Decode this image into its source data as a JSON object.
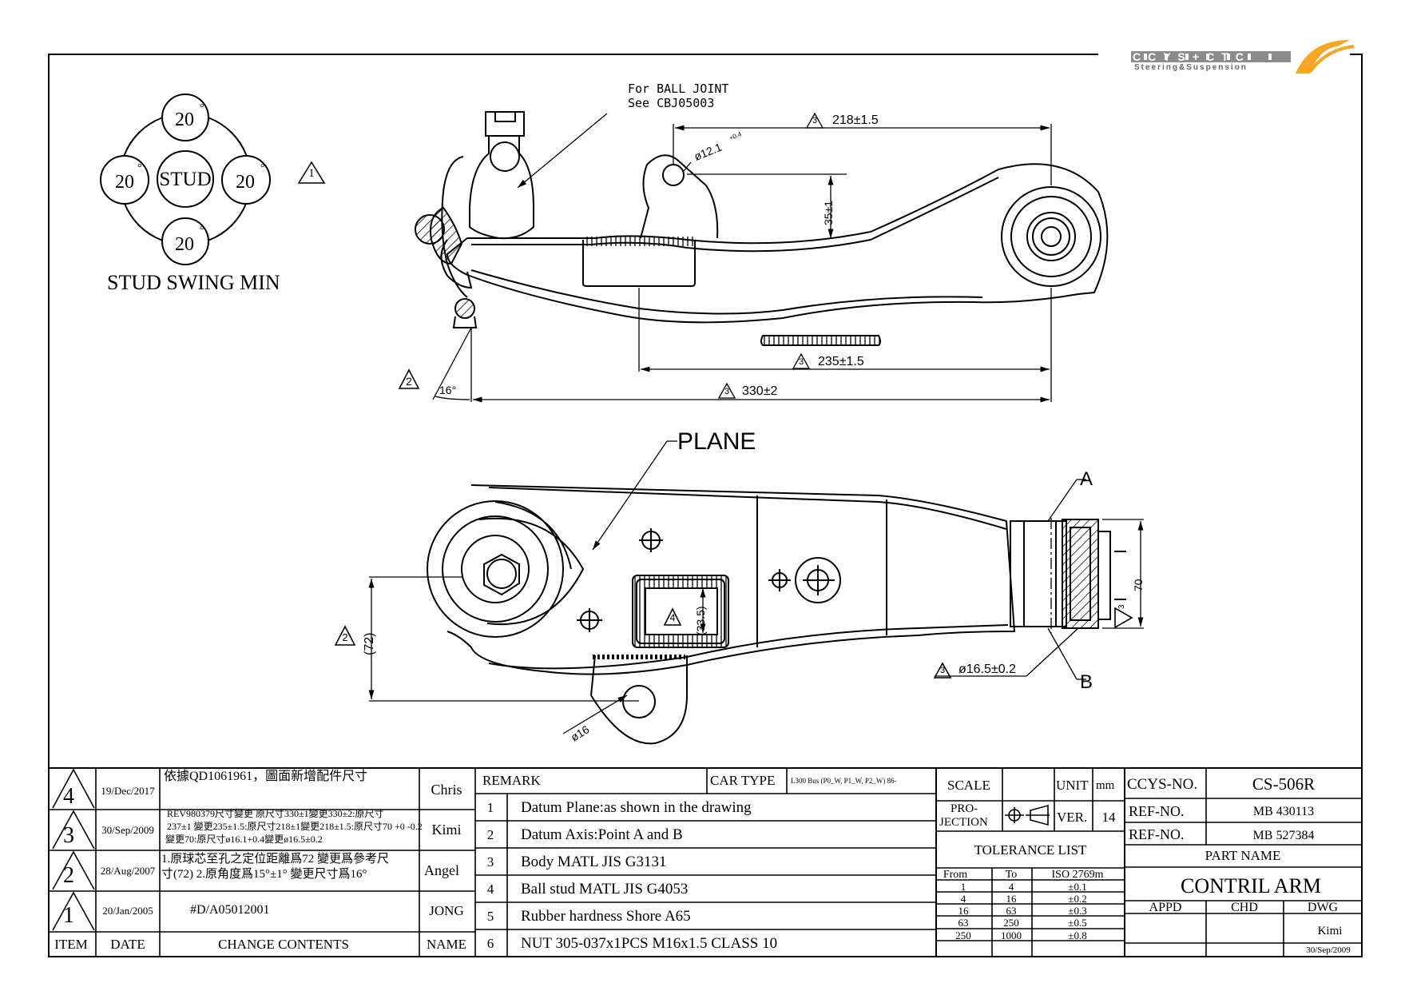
{
  "logo": {
    "brand": "CCYS+CTC",
    "tagline": "Steering&Suspension"
  },
  "stud_swing": {
    "top": "20",
    "left": "20",
    "right": "20",
    "bottom": "20",
    "center": "STUD",
    "deg": "°",
    "caption": "STUD SWING MIN",
    "rev_mark": "1"
  },
  "side_view": {
    "ball_joint_note_1": "For BALL JOINT",
    "ball_joint_note_2": "See CBJ05003",
    "dim_218": "218±1.5",
    "dim_218_rev": "3",
    "dim_hole": "ø12.1",
    "dim_hole_tol": "+0.4",
    "dim_35": "35±1",
    "dim_235": "235±1.5",
    "dim_235_rev": "3",
    "dim_330": "330±2",
    "dim_330_rev": "3",
    "angle": "16°",
    "angle_rev": "2"
  },
  "top_view": {
    "plane_label": "PLANE",
    "point_a": "A",
    "point_b": "B",
    "dim_72": "(72)",
    "dim_72_rev": "2",
    "dim_33_5": "(33.5)",
    "dim_33_5_rev": "4",
    "dim_70": "70",
    "dim_70_rev": "3",
    "dim_16_5": "ø16.5±0.2",
    "dim_16_5_rev": "3",
    "dim_16": "ø16"
  },
  "revisions": [
    {
      "item": "4",
      "date": "19/Dec/2017",
      "content": "依據QD1061961，圖面新增配件尺寸",
      "name": "Chris"
    },
    {
      "item": "3",
      "date": "30/Sep/2009",
      "content_lines": [
        "REV980379尺寸變更 原尺寸330±1變更330±2:原尺寸",
        "237±1 變更235±1.5:原尺寸218±1變更218±1.5:原尺寸70 +0 -0.2",
        "變更70:原尺寸ø16.1+0.4變更ø16.5±0.2"
      ],
      "name": "Kimi"
    },
    {
      "item": "2",
      "date": "28/Aug/2007",
      "content_lines": [
        "1.原球芯至孔之定位距離爲72 變更爲參考尺",
        "寸(72) 2.原角度爲15°±1° 變更尺寸爲16°"
      ],
      "name": "Angel"
    },
    {
      "item": "1",
      "date": "20/Jan/2005",
      "content": "#D/A05012001",
      "name": "JONG"
    }
  ],
  "rev_header": {
    "item": "ITEM",
    "date": "DATE",
    "content": "CHANGE CONTENTS",
    "name": "NAME"
  },
  "remarks_header": {
    "remark": "REMARK",
    "car_type_label": "CAR TYPE",
    "car_type": "L300 Bus (P0_W, P1_W, P2_W) 86-"
  },
  "remarks": [
    {
      "no": "1",
      "text": "Datum Plane:as shown in the drawing"
    },
    {
      "no": "2",
      "text": "Datum Axis:Point A and B"
    },
    {
      "no": "3",
      "text": "Body MATL JIS G3131"
    },
    {
      "no": "4",
      "text": "Ball stud MATL JIS G4053"
    },
    {
      "no": "5",
      "text": "Rubber hardness Shore A65"
    },
    {
      "no": "6",
      "text": "NUT 305-037x1PCS M16x1.5 CLASS 10"
    }
  ],
  "spec": {
    "scale_label": "SCALE",
    "unit_label": "UNIT",
    "unit": "mm",
    "projection_label_1": "PRO-",
    "projection_label_2": "JECTION",
    "ver_label": "VER.",
    "ver": "14",
    "tolerance_title": "TOLERANCE LIST",
    "tol_header": {
      "from": "From",
      "to": "To",
      "std": "ISO 2769m"
    },
    "tolerances": [
      {
        "from": "1",
        "to": "4",
        "tol": "±0.1"
      },
      {
        "from": "4",
        "to": "16",
        "tol": "±0.2"
      },
      {
        "from": "16",
        "to": "63",
        "tol": "±0.3"
      },
      {
        "from": "63",
        "to": "250",
        "tol": "±0.5"
      },
      {
        "from": "250",
        "to": "1000",
        "tol": "±0.8"
      }
    ]
  },
  "title_block": {
    "ccys_label": "CCYS-NO.",
    "ccys_no": "CS-506R",
    "ref1_label": "REF-NO.",
    "ref1": "MB 430113",
    "ref2_label": "REF-NO.",
    "ref2": "MB 527384",
    "part_name_label": "PART NAME",
    "part_name": "CONTRIL ARM",
    "appd": "APPD",
    "chd": "CHD",
    "dwg": "DWG",
    "dwg_name": "Kimi",
    "dwg_date": "30/Sep/2009"
  },
  "colors": {
    "line": "#000000",
    "logo_gray": "#8c8c8c",
    "logo_orange": "#f5a623"
  }
}
